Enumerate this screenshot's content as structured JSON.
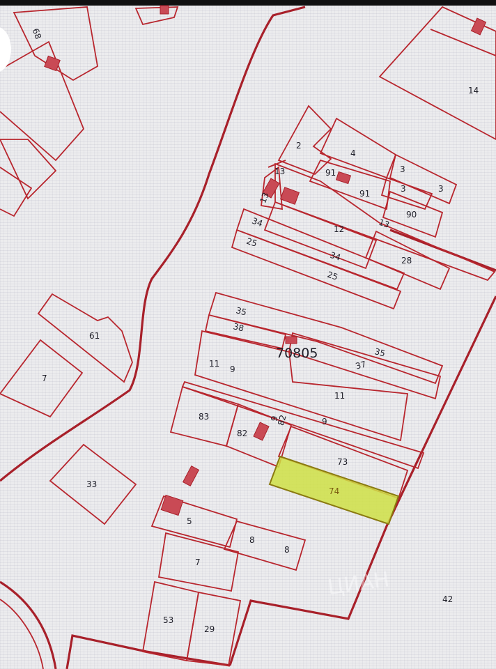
{
  "quarter": "70805",
  "watermark": "ЦИАН",
  "selected_parcel": "74",
  "colors": {
    "boundary": "#a8202a",
    "building": "#c94a55",
    "selected_fill": "#cfe045",
    "background": "#ececee"
  },
  "labels": {
    "p68": "68",
    "p14": "14",
    "p2": "2",
    "p4": "4",
    "p3a": "3",
    "p3b": "3",
    "p3c": "3",
    "p91a": "91",
    "p91b": "91",
    "p13a": "13",
    "p13b": "13",
    "p13c": "13",
    "p90": "90",
    "p12": "12",
    "p34a": "34",
    "p34b": "34",
    "p25a": "25",
    "p25b": "25",
    "p28": "28",
    "p35a": "35",
    "p35b": "35",
    "p38": "38",
    "p37": "37",
    "p11a": "11",
    "p11b": "11",
    "p9a": "9",
    "p9b": "9",
    "p9c": "9",
    "p61": "61",
    "p7a": "7",
    "p7b": "7",
    "p83": "83",
    "p82a": "82",
    "p82b": "82",
    "p73": "73",
    "p74": "74",
    "p33": "33",
    "p5": "5",
    "p8a": "8",
    "p8b": "8",
    "p53": "53",
    "p29": "29",
    "p42": "42"
  }
}
